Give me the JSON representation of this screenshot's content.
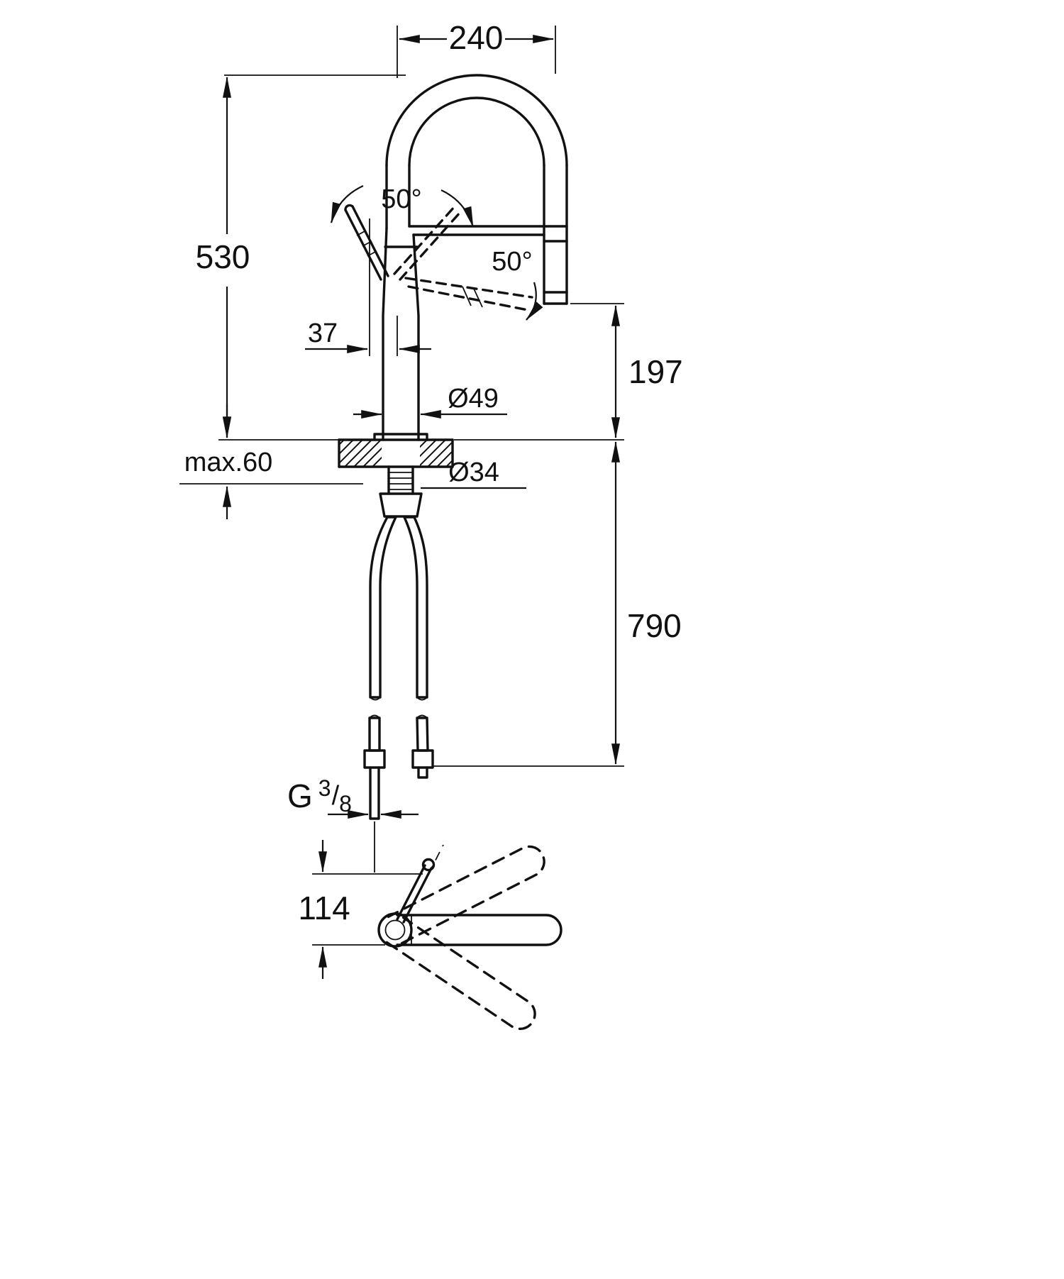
{
  "colors": {
    "line": "#111111",
    "background": "#ffffff"
  },
  "dims": {
    "spout_reach": "240",
    "height": "530",
    "angle_upper": "50°",
    "angle_lower": "50°",
    "handle_offset": "37",
    "outlet_height": "197",
    "body_diameter": "Ø49",
    "deck_thickness": "max.60",
    "hole_diameter": "Ø34",
    "hose_length": "790",
    "thread_prefix": "G",
    "thread_numerator": "3",
    "thread_slash": "/",
    "thread_denominator": "8",
    "plan_offset": "114"
  }
}
